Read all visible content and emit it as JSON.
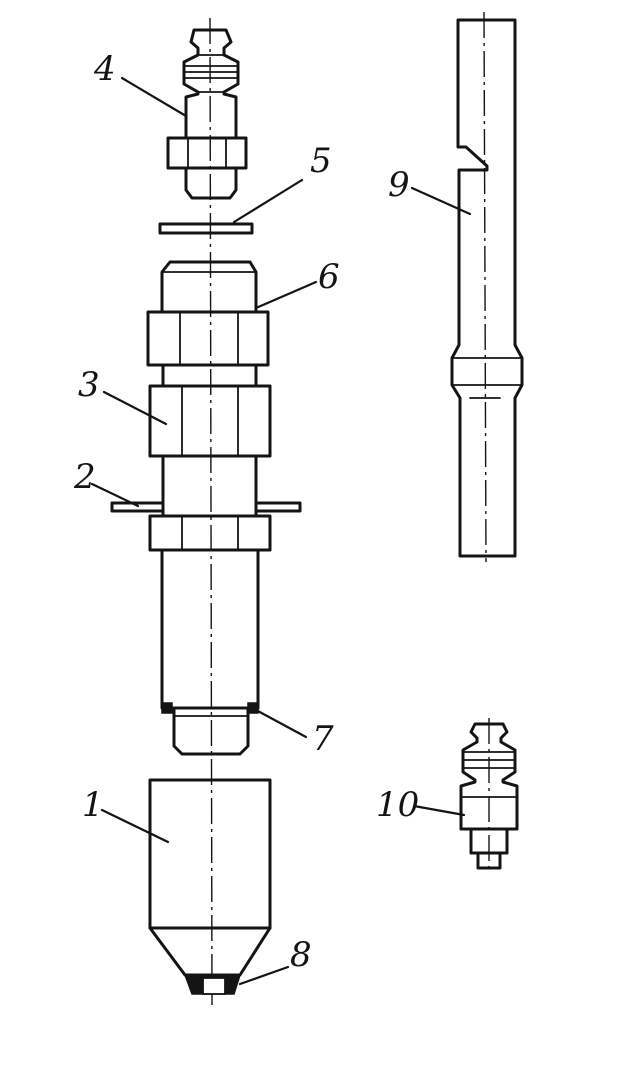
{
  "diagram": {
    "type": "exploded-assembly-drawing",
    "line_color": "#141414",
    "background": "#ffffff",
    "callouts": [
      {
        "id": "c1",
        "text": "1"
      },
      {
        "id": "c2",
        "text": "2"
      },
      {
        "id": "c3",
        "text": "3"
      },
      {
        "id": "c4",
        "text": "4"
      },
      {
        "id": "c5",
        "text": "5"
      },
      {
        "id": "c6",
        "text": "6"
      },
      {
        "id": "c7",
        "text": "7"
      },
      {
        "id": "c8",
        "text": "8"
      },
      {
        "id": "c9",
        "text": "9"
      },
      {
        "id": "c10",
        "text": "10"
      }
    ]
  }
}
